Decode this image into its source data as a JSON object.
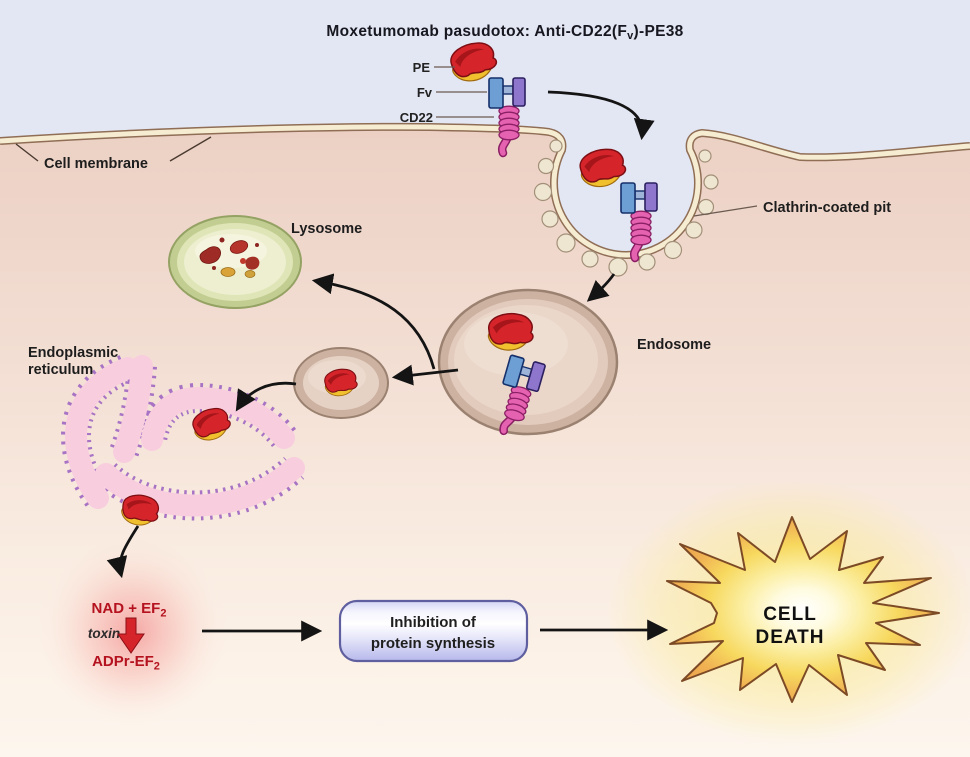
{
  "title": {
    "pre": "Moxetumomab pasudotox: Anti-CD22(F",
    "sub": "v",
    "post": ")-PE38"
  },
  "labels": {
    "pe": "PE",
    "fv": "Fv",
    "cd22": "CD22",
    "cell_membrane": "Cell membrane",
    "clathrin_pit": "Clathrin-coated pit",
    "lysosome": "Lysosome",
    "endosome": "Endosome",
    "er_line1": "Endoplasmic",
    "er_line2": "reticulum"
  },
  "reaction": {
    "substrate_pre": "NAD + EF",
    "substrate_sub": "2",
    "enzyme": "toxin",
    "product_pre": "ADPr-EF",
    "product_sub": "2"
  },
  "outcome": {
    "box_line1": "Inhibition of",
    "box_line2": "protein synthesis",
    "burst_line1": "CELL",
    "burst_line2": "DEATH"
  },
  "colors": {
    "extracellular_bg": "#e3e6f3",
    "cytoplasm_top": "#ecd0c4",
    "cytoplasm_bottom": "#fdf6ee",
    "membrane_fill": "#f6ecd2",
    "membrane_outline": "#8f6e55",
    "toxin_red": "#d5252b",
    "toxin_yellow": "#f0c02e",
    "fv_blue": "#6d9fd4",
    "fv_purple": "#8d76cc",
    "cd22_pink": "#e562b1",
    "er_pink": "#f8cede",
    "ribosome_purple": "#a873c4",
    "lysosome_green": "#c2cd92",
    "endosome_tan": "#cdb2a1",
    "reaction_red": "#b5121f",
    "box_border": "#5f5f9f",
    "burst_orange": "#eda64e",
    "arrow_black": "#141414"
  }
}
